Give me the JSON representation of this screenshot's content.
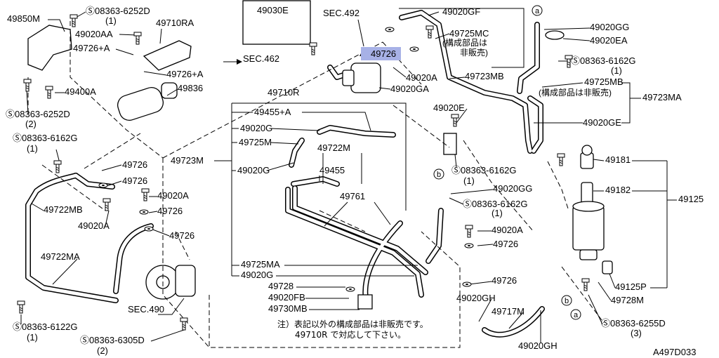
{
  "labels": [
    "49850M",
    "Ⓢ08363-6252D",
    "(1)",
    "49020AA",
    "49710RA",
    "49726+A",
    "SEC.462",
    "49726+A",
    "49836",
    "49400A",
    "Ⓢ08363-6252D",
    "(2)",
    "Ⓢ08363-6162G",
    "(1)",
    "49030E",
    "SEC.492",
    "49726",
    "49020A",
    "49020GA",
    "49020GF",
    "49725MC",
    "(構成部品は",
    "非販売)",
    "49723MB",
    "49020GG",
    "49020EA",
    "Ⓢ08363-6162G",
    "(1)",
    "49725MB",
    "(構成部品は非販売)",
    "49723MA",
    "49020E",
    "49020GE",
    "49710R",
    "49455+A",
    "49020G",
    "49725M",
    "49722M",
    "49723M",
    "49020G",
    "49455",
    "49761",
    "49726",
    "49726",
    "49722MB",
    "49020A",
    "49726",
    "49020A",
    "49726",
    "49722MA",
    "Ⓢ08363-6162G",
    "(1)",
    "49020GG",
    "Ⓢ08363-6162G",
    "(1)",
    "49020A",
    "49726",
    "49181",
    "49182",
    "49125",
    "49726",
    "49725MA",
    "49020G",
    "49728",
    "49020FB",
    "49730MB",
    "SEC.490",
    "Ⓢ08363-6122G",
    "(1)",
    "Ⓢ08363-6305D",
    "(2)",
    "49020GH",
    "49717M",
    "49020GH",
    "49125P",
    "49728M",
    "Ⓢ08363-6255D",
    "(3)"
  ],
  "note": {
    "line1": "注）表記以外の構成部品は非販売です。",
    "line2": "49710R で対応して下さい。"
  },
  "figure_code": "A497D033",
  "markers": [
    "a",
    "b",
    "b",
    "a"
  ],
  "colors": {
    "line": "#000000",
    "background": "#ffffff",
    "highlight": "#a7b1e6"
  }
}
